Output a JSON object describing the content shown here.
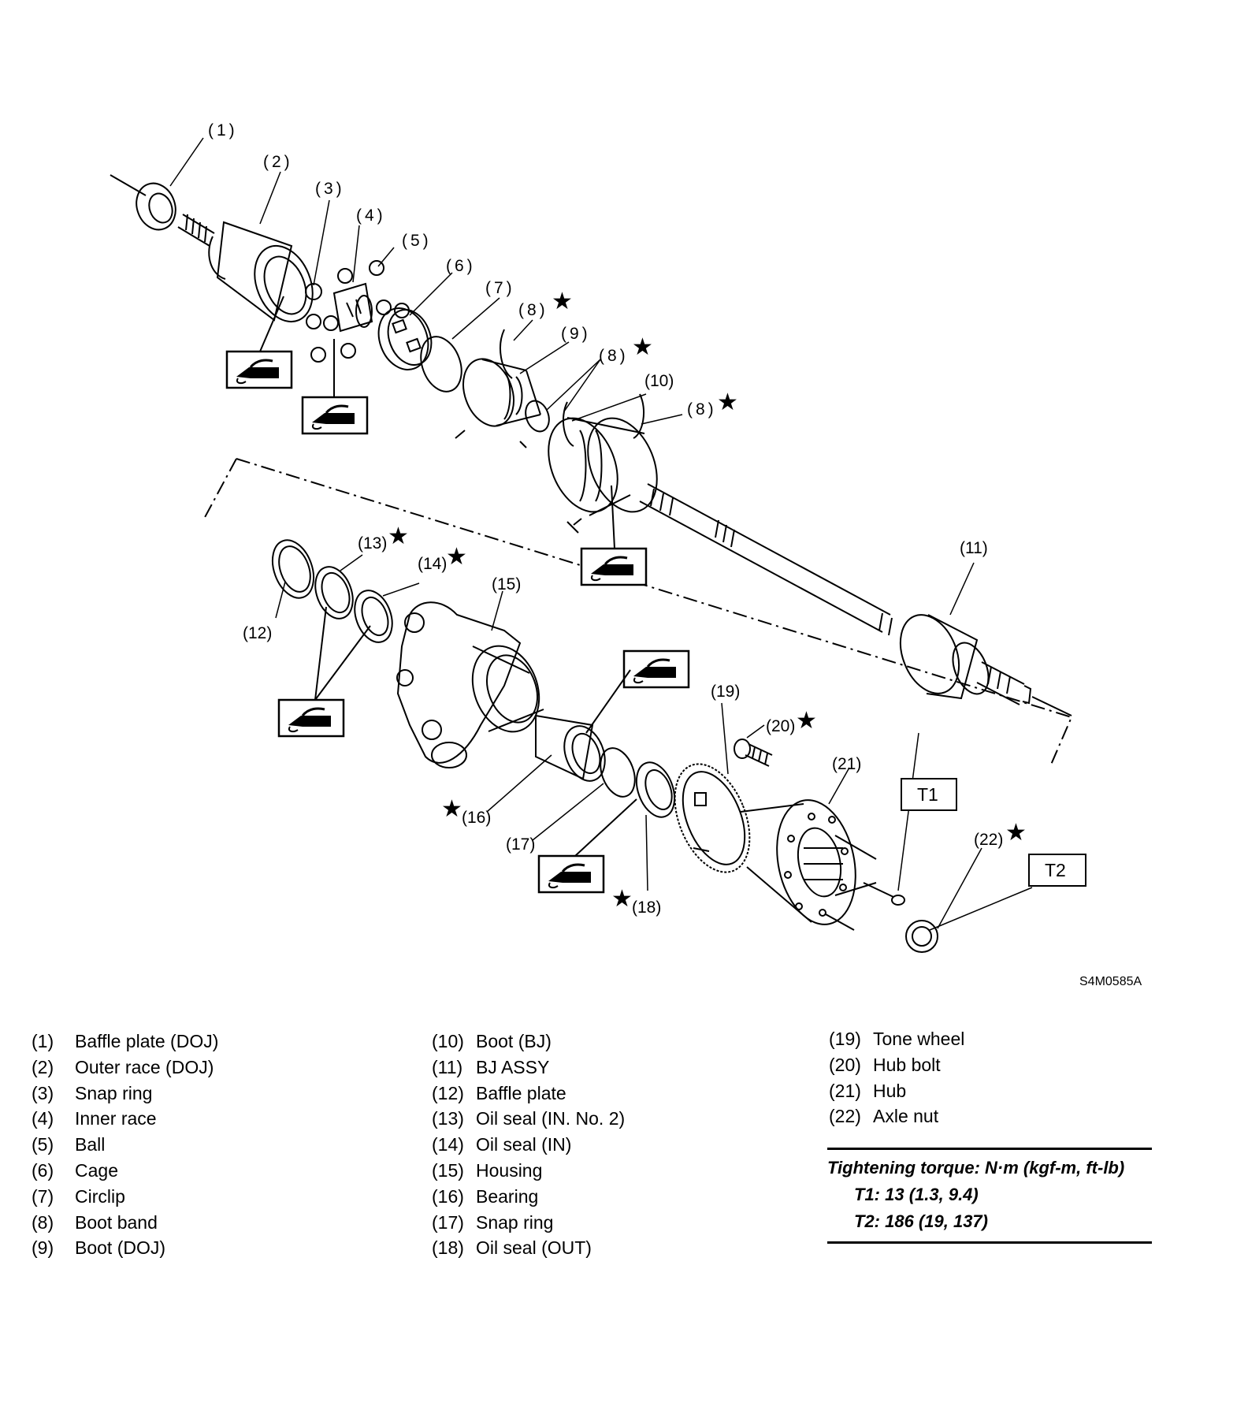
{
  "diagram": {
    "callouts": {
      "c1": "(1)",
      "c2": "(2)",
      "c3": "(3)",
      "c4": "(4)",
      "c5": "(5)",
      "c6": "(6)",
      "c7": "(7)",
      "c8a": "(8)",
      "c8b": "(8)",
      "c8c": "(8)",
      "c9": "(9)",
      "c10": "(10)",
      "c11": "(11)",
      "c12": "(12)",
      "c13": "(13)",
      "c14": "(14)",
      "c15": "(15)",
      "c16": "(16)",
      "c17": "(17)",
      "c18": "(18)",
      "c19": "(19)",
      "c20": "(20)",
      "c21": "(21)",
      "c22": "(22)"
    },
    "torque_tags": {
      "t1": "T1",
      "t2": "T2"
    },
    "star_symbol": "★",
    "icons": [
      "grease-application-icon",
      "replace-part-star-icon"
    ],
    "figure_code": "S4M0585A"
  },
  "legend": {
    "col1": [
      {
        "num": "(1)",
        "text": "Baffle plate (DOJ)"
      },
      {
        "num": "(2)",
        "text": "Outer race (DOJ)"
      },
      {
        "num": "(3)",
        "text": "Snap ring"
      },
      {
        "num": "(4)",
        "text": "Inner race"
      },
      {
        "num": "(5)",
        "text": "Ball"
      },
      {
        "num": "(6)",
        "text": "Cage"
      },
      {
        "num": "(7)",
        "text": "Circlip"
      },
      {
        "num": "(8)",
        "text": "Boot band"
      },
      {
        "num": "(9)",
        "text": "Boot (DOJ)"
      }
    ],
    "col2": [
      {
        "num": "(10)",
        "text": "Boot (BJ)"
      },
      {
        "num": "(11)",
        "text": "BJ ASSY"
      },
      {
        "num": "(12)",
        "text": "Baffle plate"
      },
      {
        "num": "(13)",
        "text": "Oil seal (IN. No. 2)"
      },
      {
        "num": "(14)",
        "text": "Oil seal (IN)"
      },
      {
        "num": "(15)",
        "text": "Housing"
      },
      {
        "num": "(16)",
        "text": "Bearing"
      },
      {
        "num": "(17)",
        "text": "Snap ring"
      },
      {
        "num": "(18)",
        "text": "Oil seal (OUT)"
      }
    ],
    "col3": [
      {
        "num": "(19)",
        "text": "Tone wheel"
      },
      {
        "num": "(20)",
        "text": "Hub bolt"
      },
      {
        "num": "(21)",
        "text": "Hub"
      },
      {
        "num": "(22)",
        "text": "Axle nut"
      }
    ]
  },
  "torque": {
    "title": "Tightening torque: N·m (kgf-m, ft-lb)",
    "t1": "T1: 13 (1.3, 9.4)",
    "t2": "T2: 186 (19, 137)"
  }
}
